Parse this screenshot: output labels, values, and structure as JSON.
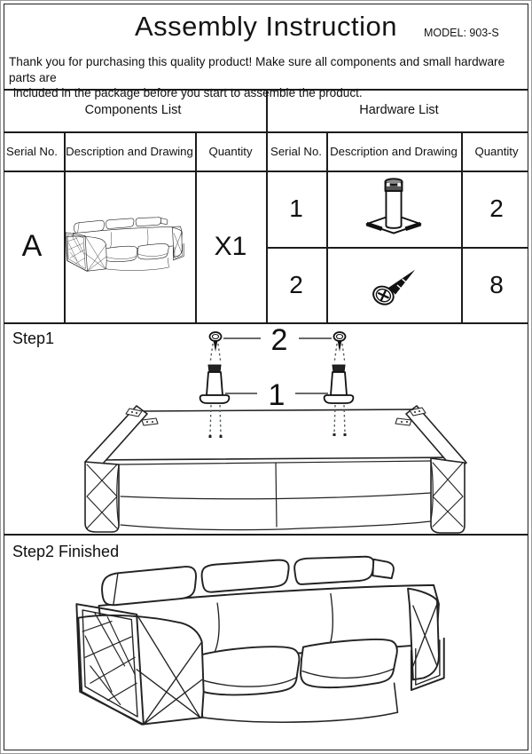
{
  "header": {
    "title": "Assembly Instruction",
    "model": "MODEL: 903-S"
  },
  "intro": {
    "line1": "Thank you for purchasing this quality product! Make sure all components and small hardware parts are",
    "line2": "included in the package before you start to assemble the product."
  },
  "table": {
    "components": {
      "title": "Components List",
      "columns": [
        "Serial No.",
        "Description and Drawing",
        "Quantity"
      ],
      "rows": [
        {
          "serial": "A",
          "drawing": "sofa-icon",
          "quantity": "X1"
        }
      ]
    },
    "hardware": {
      "title": "Hardware List",
      "columns": [
        "Serial No.",
        "Description and Drawing",
        "Quantity"
      ],
      "rows": [
        {
          "serial": "1",
          "drawing": "sofa-leg-icon",
          "quantity": "2"
        },
        {
          "serial": "2",
          "drawing": "screw-icon",
          "quantity": "8"
        }
      ]
    }
  },
  "steps": [
    {
      "label": "Step1",
      "callouts": [
        {
          "number": "2",
          "part": "screw"
        },
        {
          "number": "1",
          "part": "sofa-leg"
        }
      ]
    },
    {
      "label": "Step2 Finished"
    }
  ],
  "colors": {
    "background": "#ffffff",
    "line_art": "#222222",
    "border": "#1c1c1c",
    "dashed_guide": "#50605f"
  }
}
